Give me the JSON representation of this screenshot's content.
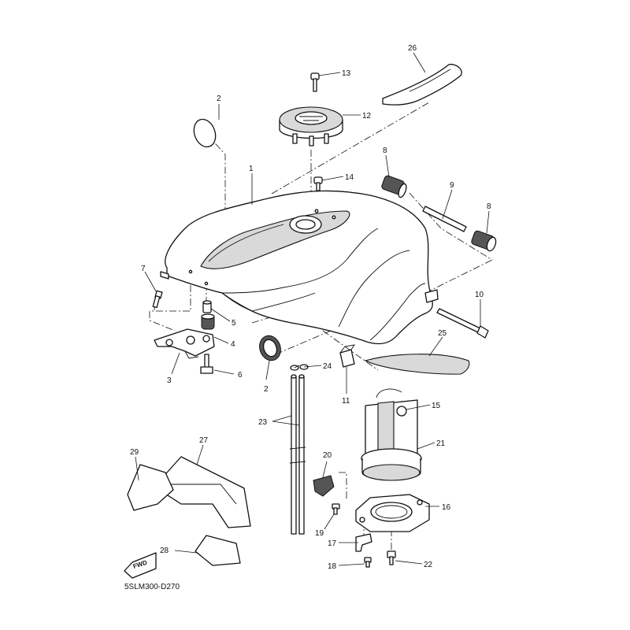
{
  "diagram": {
    "drawing_code": "5SLM300-D270",
    "fwd_label": "FWD",
    "callouts": [
      {
        "id": "c1",
        "text": "1"
      },
      {
        "id": "c2a",
        "text": "2"
      },
      {
        "id": "c2b",
        "text": "2"
      },
      {
        "id": "c3",
        "text": "3"
      },
      {
        "id": "c4",
        "text": "4"
      },
      {
        "id": "c5",
        "text": "5"
      },
      {
        "id": "c6",
        "text": "6"
      },
      {
        "id": "c7",
        "text": "7"
      },
      {
        "id": "c8a",
        "text": "8"
      },
      {
        "id": "c8b",
        "text": "8"
      },
      {
        "id": "c9",
        "text": "9"
      },
      {
        "id": "c10",
        "text": "10"
      },
      {
        "id": "c11",
        "text": "11"
      },
      {
        "id": "c12",
        "text": "12"
      },
      {
        "id": "c13",
        "text": "13"
      },
      {
        "id": "c14",
        "text": "14"
      },
      {
        "id": "c15",
        "text": "15"
      },
      {
        "id": "c16",
        "text": "16"
      },
      {
        "id": "c17",
        "text": "17"
      },
      {
        "id": "c18",
        "text": "18"
      },
      {
        "id": "c19",
        "text": "19"
      },
      {
        "id": "c20",
        "text": "20"
      },
      {
        "id": "c21",
        "text": "21"
      },
      {
        "id": "c22",
        "text": "22"
      },
      {
        "id": "c23",
        "text": "23"
      },
      {
        "id": "c24",
        "text": "24"
      },
      {
        "id": "c25",
        "text": "25"
      },
      {
        "id": "c26",
        "text": "26"
      },
      {
        "id": "c27",
        "text": "27"
      },
      {
        "id": "c28",
        "text": "28"
      },
      {
        "id": "c29",
        "text": "29"
      }
    ]
  }
}
